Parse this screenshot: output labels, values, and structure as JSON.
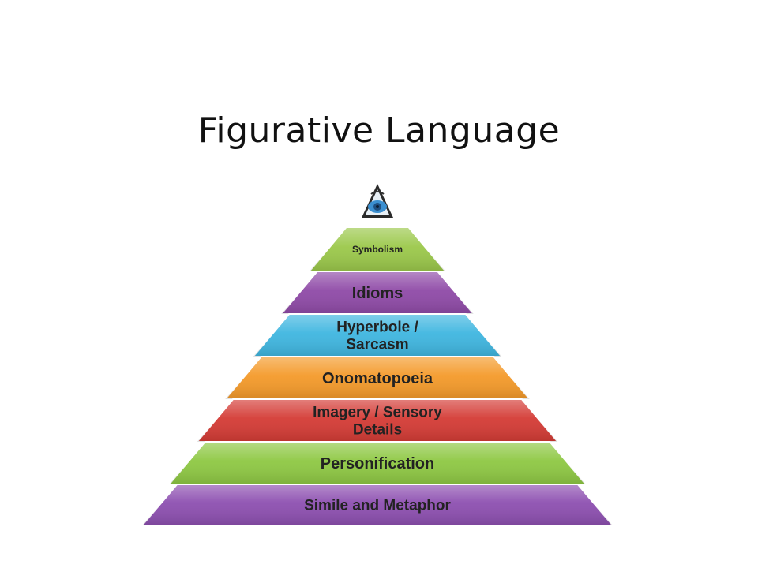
{
  "slide": {
    "title": "Figurative Language"
  },
  "pyramid": {
    "apex_icon": "eye-icon",
    "tiers": [
      {
        "lines": [
          "Symbolism"
        ],
        "color": "#9bc84a"
      },
      {
        "lines": [
          "Idioms"
        ],
        "color": "#8f4aa7"
      },
      {
        "lines": [
          "Hyperbole /",
          "Sarcasm"
        ],
        "color": "#3fb6e0"
      },
      {
        "lines": [
          "Onomatopoeia"
        ],
        "color": "#f49a2a"
      },
      {
        "lines": [
          "Imagery / Sensory",
          "Details"
        ],
        "color": "#d43b35"
      },
      {
        "lines": [
          "Personification"
        ],
        "color": "#8ec843"
      },
      {
        "lines": [
          "Simile and Metaphor"
        ],
        "color": "#8d4fb0"
      }
    ]
  }
}
